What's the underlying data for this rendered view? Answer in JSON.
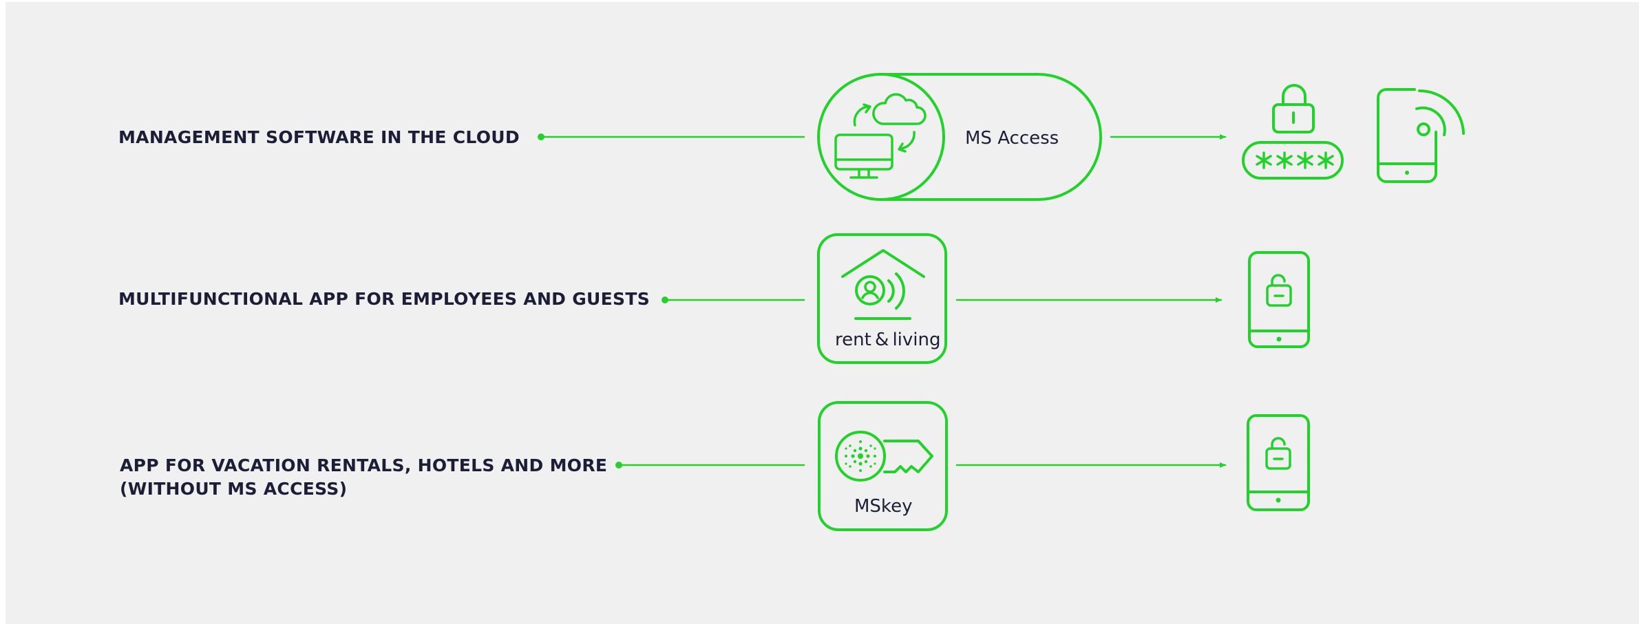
{
  "colors": {
    "accent": "#22d12a",
    "text": "#1b1e36",
    "background": "#f0f0f0"
  },
  "rows": [
    {
      "label": [
        "MANAGEMENT SOFTWARE IN THE CLOUD"
      ],
      "product": "MS Access",
      "icons": [
        "cloud-sync-computer-icon",
        "padlock-password-icon",
        "smartphone-nfc-icon"
      ]
    },
    {
      "label": [
        "MULTIFUNCTIONAL APP FOR EMPLOYEES AND GUESTS"
      ],
      "product": "rent & living",
      "icons": [
        "rent-living-house-icon",
        "smartphone-unlock-icon"
      ]
    },
    {
      "label": [
        "APP FOR VACATION RENTALS, HOTELS AND MORE",
        "(WITHOUT MS ACCESS)"
      ],
      "product": "MSkey",
      "icons": [
        "mskey-key-icon",
        "smartphone-unlock-icon"
      ]
    }
  ]
}
